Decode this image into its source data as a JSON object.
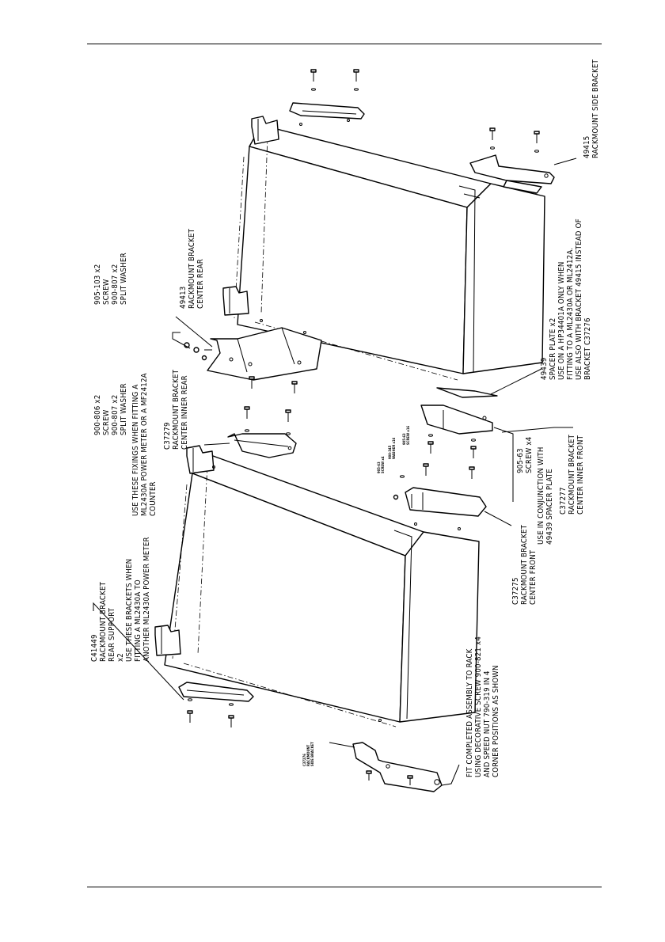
{
  "labels": {
    "rack_side_bracket": [
      "49415",
      "RACKMOUNT SIDE BRACKET"
    ],
    "center_rear": [
      "49413",
      "RACKMOUNT BRACKET",
      "CENTER REAR"
    ],
    "screw_top": [
      "905-103 x2",
      "SCREW",
      "900-807 x2",
      "SPLIT WASHER"
    ],
    "screw_mid": [
      "900-806 x2",
      "SCREW",
      "900-807 x2",
      "SPLIT WASHER"
    ],
    "fixings_note": [
      "USE THESE FIXINGS WHEN FITTING A",
      "ML2430A POWER METER OR A MF2412A",
      "COUNTER"
    ],
    "inner_rear": [
      "C37279",
      "RACKMOUNT BRACKET",
      "CENTER INNER REAR"
    ],
    "rear_support": [
      "C41449",
      "RACKMOUNT BRACKET",
      "REAR SUPPORT",
      "x2",
      "USE THESE BRACKETS WHEN",
      "FITTING A ML2430A TO",
      "ANOTHER ML2430A POWER METER"
    ],
    "center_front": [
      "C37275",
      "RACKMOUNT BRACKET",
      "CENTER FRONT"
    ],
    "conjunction": [
      "USE IN CONJUNCTION WITH",
      "49439 SPACER PLATE"
    ],
    "screw_905_63": [
      "905-63",
      "SCREW x4"
    ],
    "inner_front": [
      "C37277",
      "RACKMOUNT BRACKET",
      "CENTER INNER FRONT"
    ],
    "spacer": [
      "49439",
      "SPACER PLATE x2",
      "USE ON A HP34401A ONLY WHEN",
      "FITTING TO A ML2430A OR ML2412A.",
      "USE ALSO WITH BRACKET 49415 INSTEAD OF",
      "BRACKET C37276"
    ],
    "fit_note": [
      "FIT COMPLETED ASSEMBLY TO RACK",
      "USING DECORATIVE SCREW 900-821 x4",
      "AND SPEED NUT 790-319 IN 4",
      "CORNER POSITIONS AS SHOWN"
    ],
    "small_side": [
      "C37276",
      "RACKMOUNT",
      "SIDE BRACKET"
    ],
    "small_screw_a": [
      "905-63",
      "SCREW x4"
    ],
    "small_washer": [
      "900-345",
      "WASHER x16"
    ],
    "small_screw_b": [
      "905-63",
      "SCREW x16"
    ]
  }
}
